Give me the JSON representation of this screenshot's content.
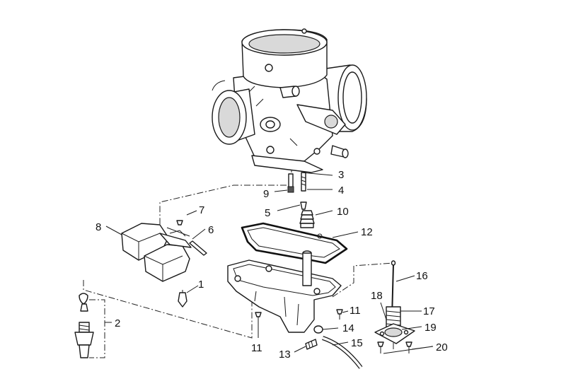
{
  "callouts": {
    "c1": "1",
    "c2": "2",
    "c3": "3",
    "c4": "4",
    "c5": "5",
    "c6": "6",
    "c7": "7",
    "c8": "8",
    "c9": "9",
    "c10": "10",
    "c11a": "11",
    "c11b": "11",
    "c12": "12",
    "c13": "13",
    "c14": "14",
    "c15": "15",
    "c16": "16",
    "c17": "17",
    "c18": "18",
    "c19": "19",
    "c20": "20"
  },
  "colors": {
    "line": "#1a1a1a",
    "background": "#ffffff",
    "shade": "#d9d9d9"
  }
}
